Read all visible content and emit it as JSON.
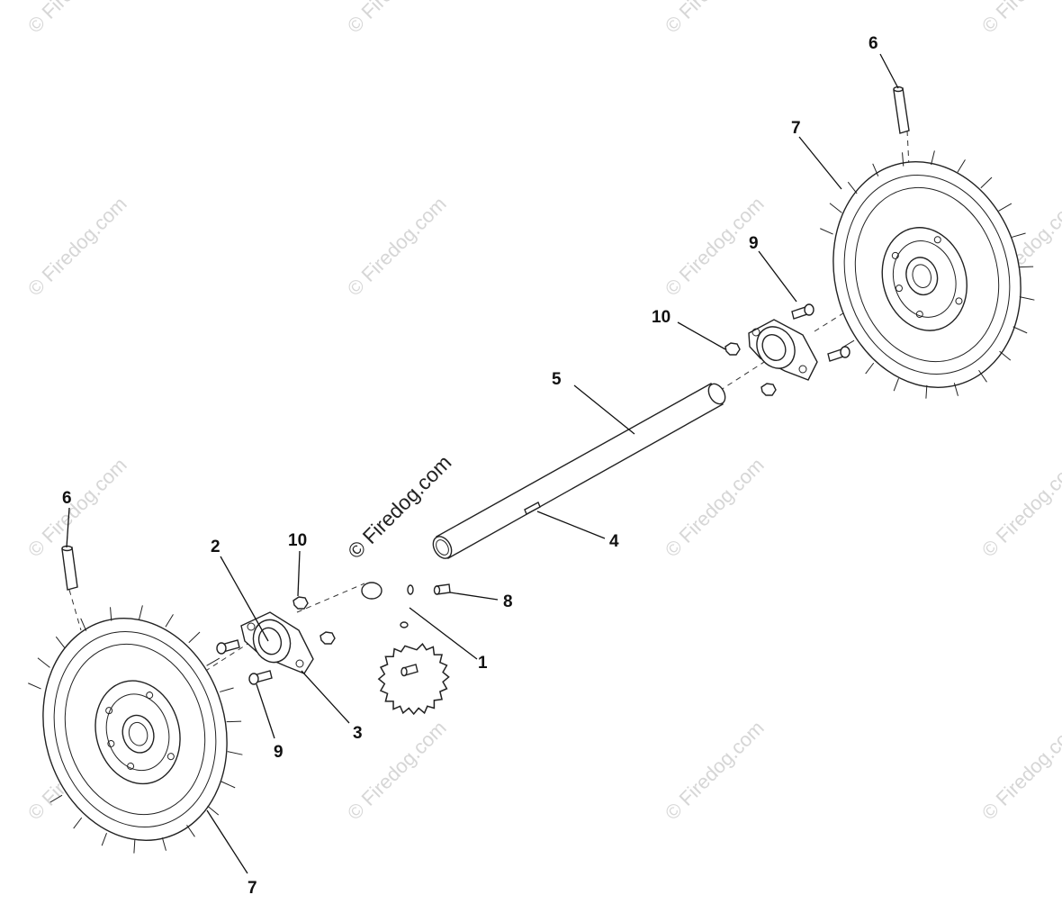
{
  "watermark": "© Firedog.com",
  "watermark_center": "© Firedog.com",
  "callouts": {
    "c1": "1",
    "c2": "2",
    "c3": "3",
    "c4": "4",
    "c5": "5",
    "c6_left": "6",
    "c6_right": "6",
    "c7_left": "7",
    "c7_right": "7",
    "c8": "8",
    "c9_left": "9",
    "c9_right": "9",
    "c10_left": "10",
    "c10_right": "10"
  },
  "parts": [
    "sprocket",
    "flange-bearing",
    "flange-bearing",
    "shaft-key",
    "axle-shaft",
    "roll-pin",
    "wheel-tire",
    "set-screw",
    "carriage-bolt",
    "hex-nut"
  ]
}
